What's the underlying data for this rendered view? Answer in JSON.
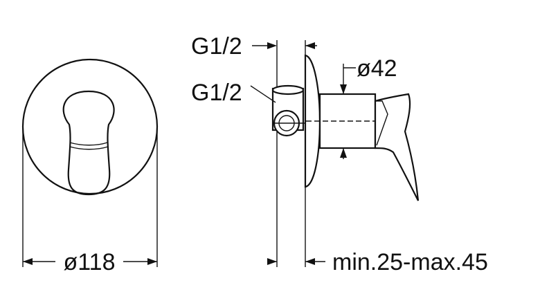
{
  "dimensions": {
    "diameter_front": "ø118",
    "thread_top": "G1/2",
    "thread_side": "G1/2",
    "diameter_body": "ø42",
    "wall_depth": "min.25-max.45"
  }
}
